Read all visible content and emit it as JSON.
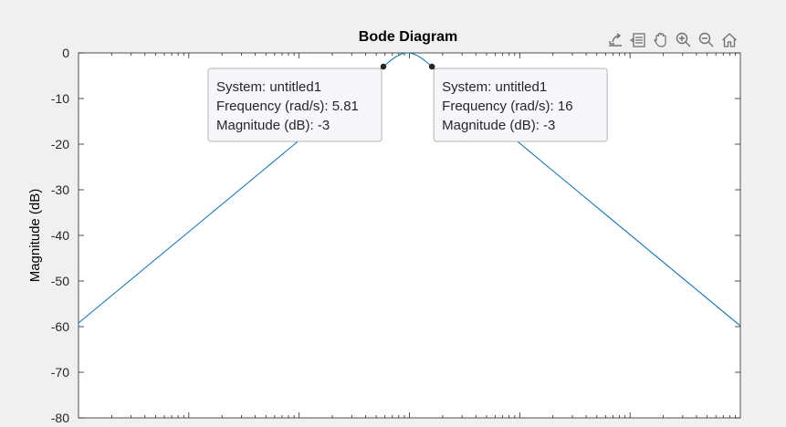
{
  "toolbar": {
    "icons": [
      "export-icon",
      "data-tips-icon",
      "pan-hand-icon",
      "zoom-in-icon",
      "zoom-out-icon",
      "restore-home-icon"
    ]
  },
  "colors": {
    "line": "#0072bd",
    "axes_bg": "#ffffff",
    "figure_bg": "#f0f0f0",
    "axis_color": "#262626",
    "tip_bg": "#f7f7fb",
    "tip_border": "#b4b4b4"
  },
  "chart_data": {
    "type": "line",
    "title": "Bode Diagram",
    "xlabel": "",
    "ylabel": "Magnitude (dB)",
    "xscale": "log",
    "xlim": [
      0.01,
      10000
    ],
    "ylim": [
      -80,
      0
    ],
    "yticks": [
      0,
      -10,
      -20,
      -30,
      -40,
      -50,
      -60,
      -70,
      -80
    ],
    "ytick_labels": [
      "0",
      "-10",
      "-20",
      "-30",
      "-40",
      "-50",
      "-60",
      "-70",
      "-80"
    ],
    "grid": false,
    "series": [
      {
        "system": "bandpass",
        "center_frequency": 9.64,
        "bandwidth": 10.19,
        "order": 2
      }
    ],
    "datatips": [
      {
        "lines": [
          "System: untitled1",
          "Frequency (rad/s): 5.81",
          "Magnitude (dB): -3"
        ],
        "x": 5.81,
        "y": -3,
        "side": "left"
      },
      {
        "lines": [
          "System: untitled1",
          "Frequency (rad/s): 16",
          "Magnitude (dB): -3"
        ],
        "x": 16,
        "y": -3,
        "side": "right"
      }
    ]
  }
}
